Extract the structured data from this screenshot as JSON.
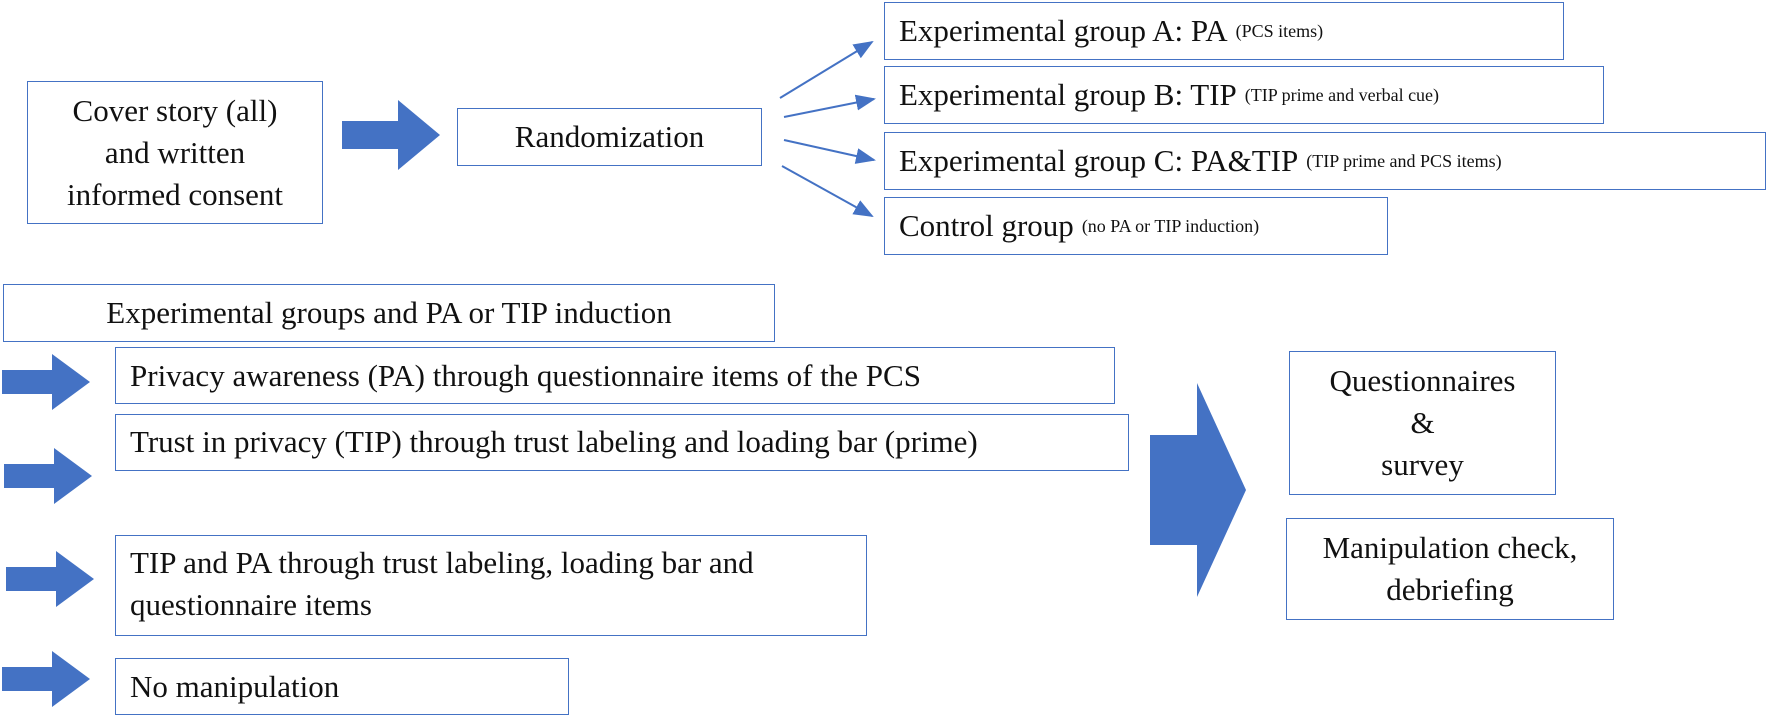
{
  "top": {
    "cover": [
      "Cover story (all)",
      "and written",
      "informed consent"
    ],
    "randomization": "Randomization",
    "groups": [
      {
        "main": "Experimental group A: PA",
        "note": "(PCS items)"
      },
      {
        "main": "Experimental group B: TIP",
        "note": "(TIP prime  and verbal  cue)"
      },
      {
        "main": "Experimental group C: PA&TIP",
        "note": "(TIP prime  and  PCS items)"
      },
      {
        "main": "Control group",
        "note": "(no PA or TIP induction)"
      }
    ]
  },
  "bottom": {
    "header": "Experimental groups and PA or TIP induction",
    "items": [
      "Privacy awareness (PA) through questionnaire items of the PCS",
      "Trust in privacy (TIP) through trust labeling and loading bar (prime)",
      [
        "TIP and PA through trust labeling,  loading bar and",
        "questionnaire items"
      ],
      "No manipulation"
    ],
    "questionnaires": [
      "Questionnaires",
      "&",
      "survey"
    ],
    "manipulation": [
      "Manipulation check,",
      "debriefing"
    ]
  },
  "colors": {
    "arrow": "#4472c4",
    "border": "#4472c4"
  }
}
